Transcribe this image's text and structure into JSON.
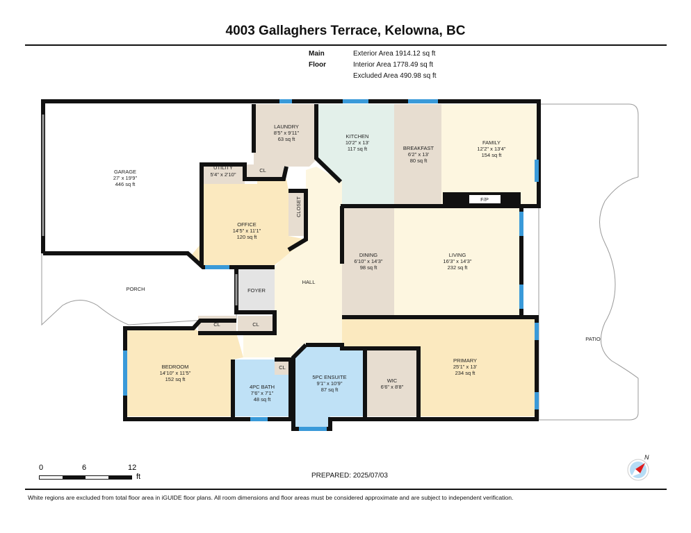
{
  "title": "4003 Gallaghers Terrace, Kelowna, BC",
  "floor": {
    "label": "Main Floor",
    "areas": [
      "Exterior Area 1914.12 sq ft",
      "Interior Area 1778.49 sq ft",
      "Excluded Area 490.98 sq ft"
    ]
  },
  "rooms": {
    "garage": {
      "name": "GARAGE",
      "dims": "27' x 19'9\"",
      "area": "446 sq ft"
    },
    "laundry": {
      "name": "LAUNDRY",
      "dims": "8'5\" x 9'11\"",
      "area": "63 sq ft"
    },
    "kitchen": {
      "name": "KITCHEN",
      "dims": "10'2\" x 13'",
      "area": "117 sq ft"
    },
    "breakfast": {
      "name": "BREAKFAST",
      "dims": "6'2\" x 13'",
      "area": "80 sq ft"
    },
    "family": {
      "name": "FAMILY",
      "dims": "12'2\" x 13'4\"",
      "area": "154 sq ft"
    },
    "utility": {
      "name": "UTILITY",
      "dims": "5'4\" x 2'10\""
    },
    "office": {
      "name": "OFFICE",
      "dims": "14'5\" x 11'1\"",
      "area": "120 sq ft"
    },
    "dining": {
      "name": "DINING",
      "dims": "6'10\" x 14'3\"",
      "area": "98 sq ft"
    },
    "living": {
      "name": "LIVING",
      "dims": "16'3\" x 14'3\"",
      "area": "232 sq ft"
    },
    "bedroom": {
      "name": "BEDROOM",
      "dims": "14'10\" x 11'5\"",
      "area": "152 sq ft"
    },
    "bath4": {
      "name": "4PC BATH",
      "dims": "7'6\" x 7'1\"",
      "area": "48 sq ft"
    },
    "ensuite": {
      "name": "5PC ENSUITE",
      "dims": "9'1\" x 10'9\"",
      "area": "87 sq ft"
    },
    "wic": {
      "name": "WIC",
      "dims": "6'6\" x 8'8\""
    },
    "primary": {
      "name": "PRIMARY",
      "dims": "25'1\" x 13'",
      "area": "234 sq ft"
    },
    "hall": {
      "name": "HALL"
    },
    "foyer": {
      "name": "FOYER"
    },
    "porch": {
      "name": "PORCH"
    },
    "patio": {
      "name": "PATIO"
    },
    "closet": {
      "name": "CLOSET"
    },
    "cl": "CL",
    "fp": "F/P"
  },
  "scale": {
    "ticks": [
      "0",
      "6",
      "12"
    ],
    "unit": "ft"
  },
  "prepared": "PREPARED: 2025/07/03",
  "compass": {
    "label": "N",
    "icon": "compass-icon"
  },
  "disclaimer": "White regions are excluded from total floor area in iGUIDE floor plans. All room dimensions and floor areas must be considered approximate and are subject to independent verification.",
  "colors": {
    "wall": "#111111",
    "window": "#3a9ad9",
    "yellow": "#fbe9bf",
    "cream": "#fdf6e0",
    "beige": "#e7ddd0",
    "mint": "#e3f0ea",
    "blue": "#bfe1f6"
  }
}
